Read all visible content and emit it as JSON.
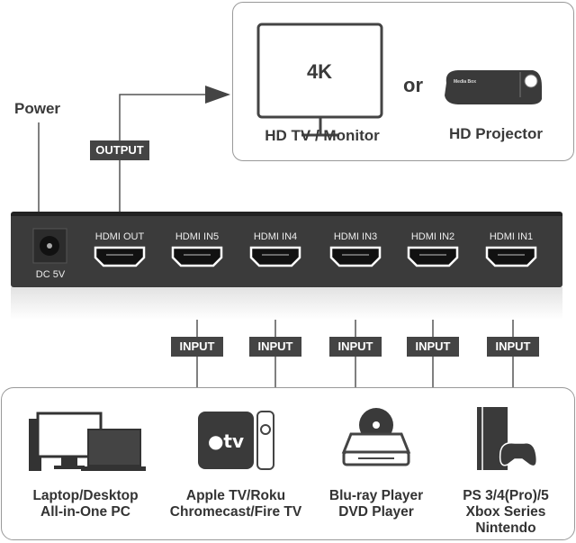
{
  "outputs": {
    "tv_label": "HD TV / Monitor",
    "tv_screen": "4K",
    "or_label": "or",
    "projector_label": "HD Projector",
    "projector_brand": "Media Box"
  },
  "power_label": "Power",
  "output_tag": "OUTPUT",
  "device": {
    "dc_label": "DC 5V",
    "ports": [
      "HDMI OUT",
      "HDMI IN5",
      "HDMI IN4",
      "HDMI IN3",
      "HDMI IN2",
      "HDMI IN1"
    ]
  },
  "input_tag": "INPUT",
  "sources": [
    {
      "icon": "computer-icon",
      "lines": [
        "Laptop/Desktop",
        "All-in-One PC"
      ]
    },
    {
      "icon": "apple-tv-icon",
      "lines": [
        "Apple TV/Roku",
        "Chromecast/Fire TV"
      ]
    },
    {
      "icon": "disc-player-icon",
      "lines": [
        "Blu-ray Player",
        "DVD Player"
      ]
    },
    {
      "icon": "game-console-icon",
      "lines": [
        "PS 3/4(Pro)/5",
        "Xbox Series",
        "Nintendo"
      ]
    }
  ],
  "colors": {
    "device": "#3b3b3b",
    "tag": "#444444"
  }
}
